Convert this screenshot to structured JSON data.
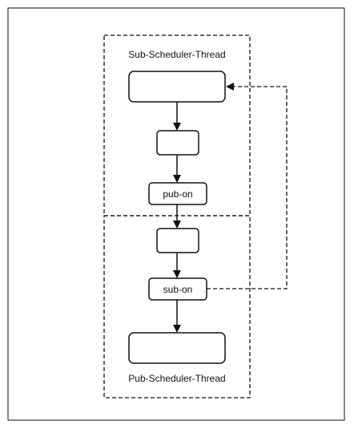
{
  "diagram": {
    "groups": {
      "sub_scheduler": {
        "label": "Sub-Scheduler-Thread"
      },
      "pub_scheduler": {
        "label": "Pub-Scheduler-Thread"
      }
    },
    "nodes": {
      "top_box": {
        "label": ""
      },
      "small_box_1": {
        "label": ""
      },
      "pub_on": {
        "label": "pub-on"
      },
      "small_box_2": {
        "label": ""
      },
      "sub_on": {
        "label": "sub-on"
      },
      "bottom_box": {
        "label": ""
      }
    },
    "colors": {
      "stroke": "#111111",
      "fill": "#ffffff"
    }
  }
}
